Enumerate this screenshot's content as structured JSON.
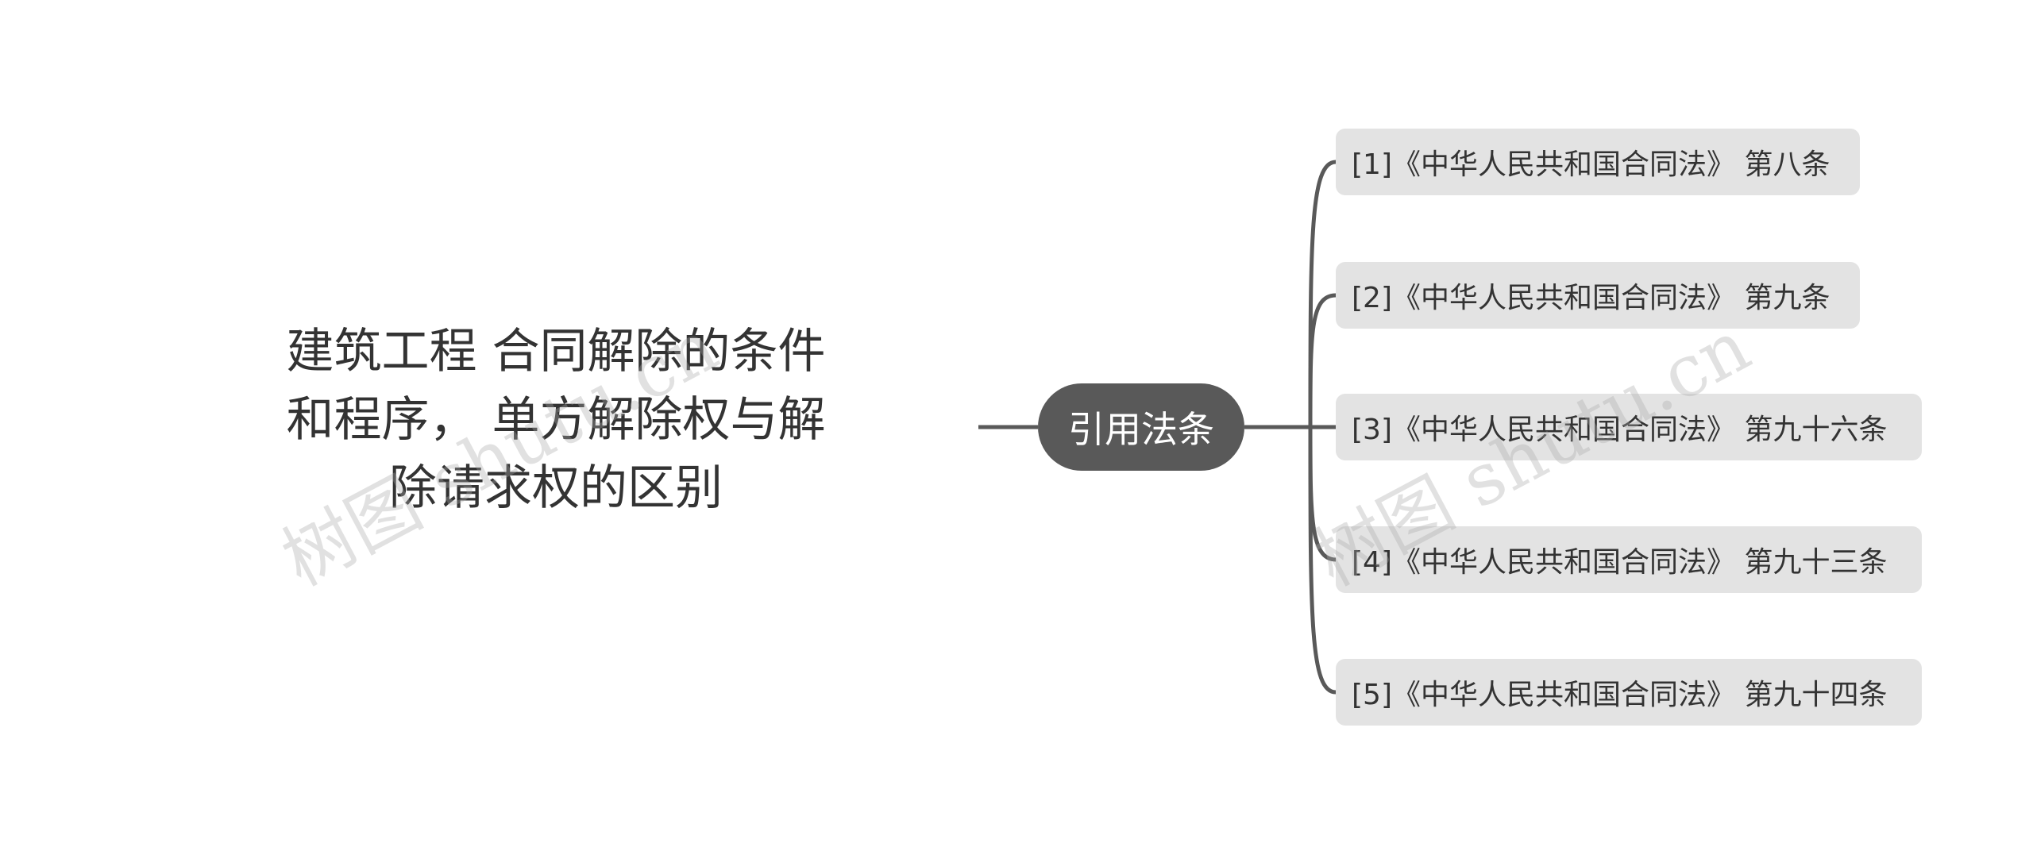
{
  "root": {
    "title_lines": [
      "建筑工程 合同解除的条件",
      "和程序，  单方解除权与解",
      "除请求权的区别"
    ]
  },
  "center": {
    "label": "引用法条"
  },
  "leaves": [
    "[1]《中华人民共和国合同法》 第八条",
    "[2]《中华人民共和国合同法》 第九条",
    "[3]《中华人民共和国合同法》 第九十六条",
    "[4]《中华人民共和国合同法》 第九十三条",
    "[5]《中华人民共和国合同法》 第九十四条"
  ],
  "watermark": {
    "text": "树图 shutu.cn"
  },
  "colors": {
    "connector": "#595959",
    "center_fill": "#595959",
    "leaf_fill": "#e3e3e3",
    "text": "#333333"
  }
}
